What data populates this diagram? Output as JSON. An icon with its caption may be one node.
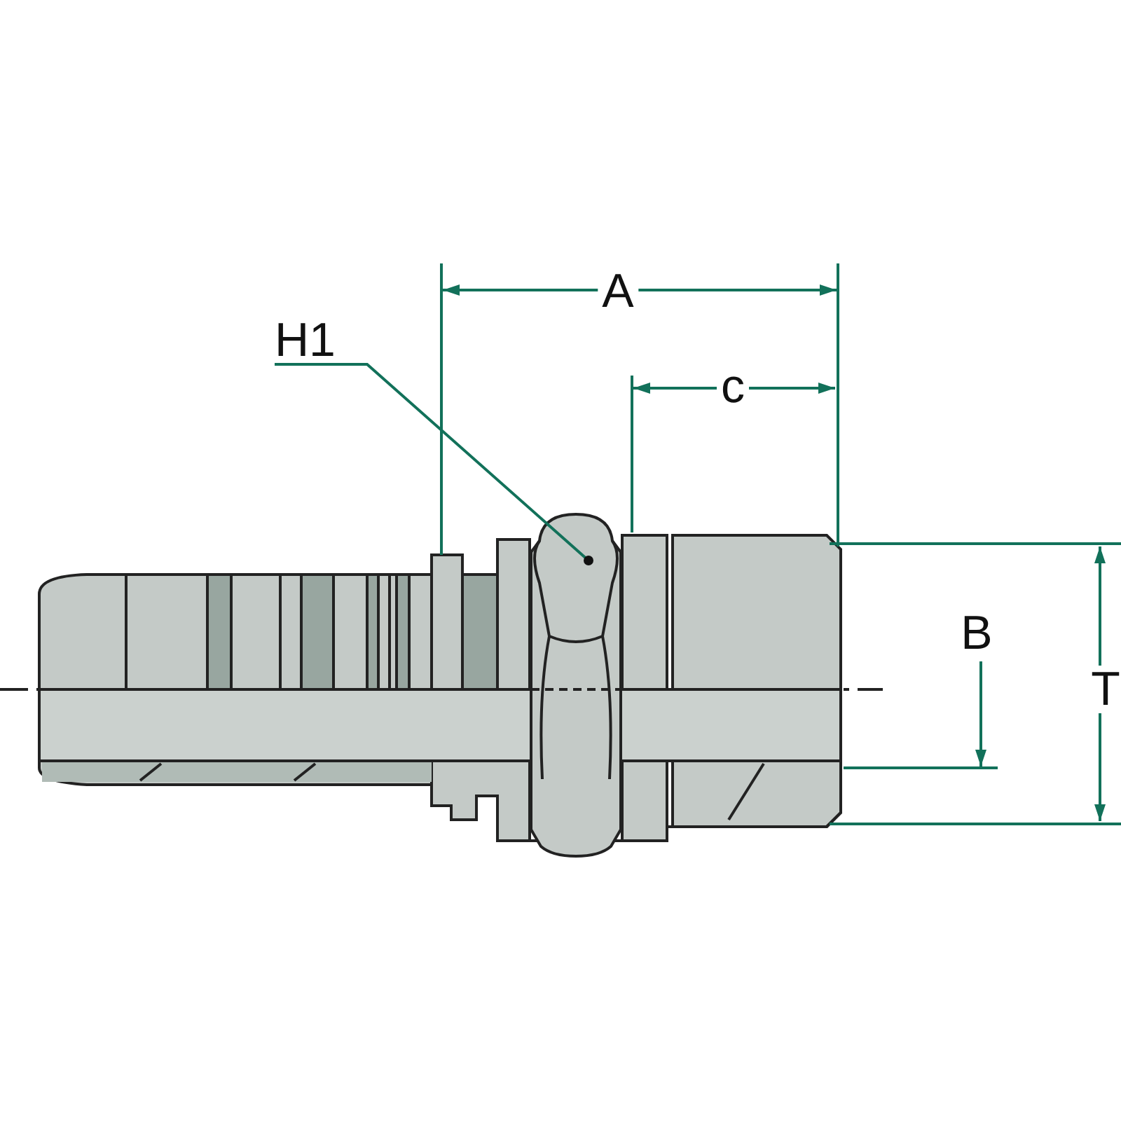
{
  "diagram": {
    "nodes": [
      {
        "text": [
          "H1"
        ]
      },
      {
        "text": [],
        "shape": "picture"
      }
    ],
    "edges": [
      {
        "from": 0,
        "to": 1,
        "arrow": "other"
      }
    ],
    "labels": [
      "A",
      "c",
      "B",
      "T"
    ]
  }
}
